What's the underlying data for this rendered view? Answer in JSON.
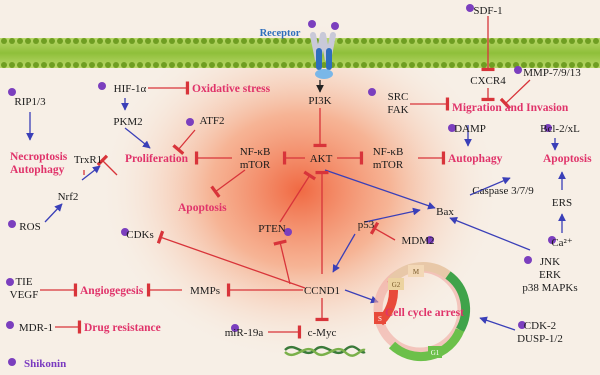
{
  "colors": {
    "membrane": "#8fbf3a",
    "glow": "#f0623a",
    "dot": "#7b3fbe",
    "inhibit": "#d8343a",
    "activate": "#3a3fb8",
    "outcome": "#e0336a"
  },
  "labels": {
    "receptor": "Receptor",
    "sdf1": "SDF-1",
    "rip": "RIP1/3",
    "hif": "HIF-1α",
    "oxidative": "Oxidative stress",
    "pi3k": "PI3K",
    "cxcr4": "CXCR4",
    "mmp7": "MMP-7/9/13",
    "src": "SRC",
    "fak": "FAK",
    "migration": "Migration and Invasion",
    "pkm2": "PKM2",
    "atf2": "ATF2",
    "damp": "DAMP",
    "bcl2": "Bcl-2/xL",
    "necroptosis": "Necroptosis",
    "autophagy_left": "Autophagy",
    "proliferation": "Proliferation",
    "nfkb_left": "NF-κB",
    "mtor_left": "mTOR",
    "akt": "AKT",
    "nfkb_right": "NF-κB",
    "mtor_right": "mTOR",
    "autophagy_right": "Autophagy",
    "apoptosis_right": "Apoptosis",
    "trxr1": "TrxR1",
    "caspase": "Caspase 3/7/9",
    "apoptosis_mid": "Apoptosis",
    "nrf2": "Nrf2",
    "bax": "Bax",
    "ers": "ERS",
    "ros": "ROS",
    "cdks": "CDKs",
    "pten": "PTEN",
    "p53": "p53",
    "mdm2": "MDM2",
    "ca": "Ca²⁺",
    "jnk": "JNK",
    "erk": "ERK",
    "p38": "p38 MAPKs",
    "tie": "TIE",
    "vegf": "VEGF",
    "angio": "Angiogegesis",
    "mmps": "MMPs",
    "ccnd1": "CCND1",
    "cycle_arrest": "Cell cycle arrest",
    "mdr1": "MDR-1",
    "drug": "Drug resistance",
    "mir": "miR-19a",
    "cmyc": "c-Myc",
    "cdk2": "CDK-2",
    "dusp": "DUSP-1/2",
    "shikonin": "Shikonin",
    "phase_m": "M",
    "phase_g2": "G2",
    "phase_s": "S",
    "phase_g1": "G1"
  }
}
